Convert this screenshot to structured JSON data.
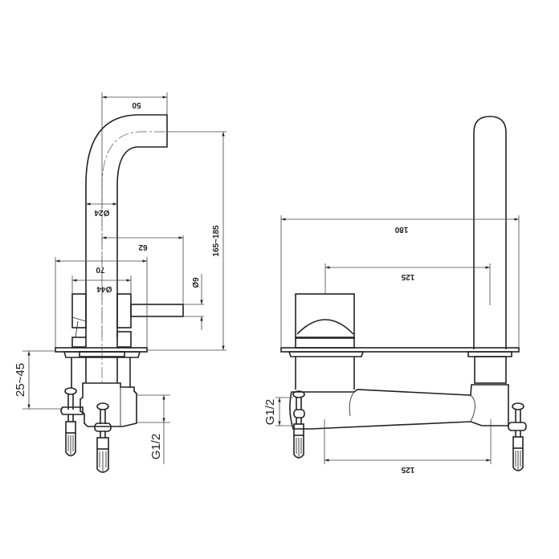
{
  "drawing": {
    "side_view": {
      "dimensions": {
        "spout_reach": "50",
        "spout_diameter": "Ø24",
        "handle_reach": "62",
        "base_width": "70",
        "body_diameter": "Ø44",
        "handle_diameter": "Ø9",
        "total_height": "165~185",
        "deck_thickness": "25~45",
        "connection": "G1/2"
      }
    },
    "front_view": {
      "dimensions": {
        "overall_width": "180",
        "upper_centers": "125",
        "lower_centers": "125",
        "connection": "G1/2"
      }
    }
  }
}
